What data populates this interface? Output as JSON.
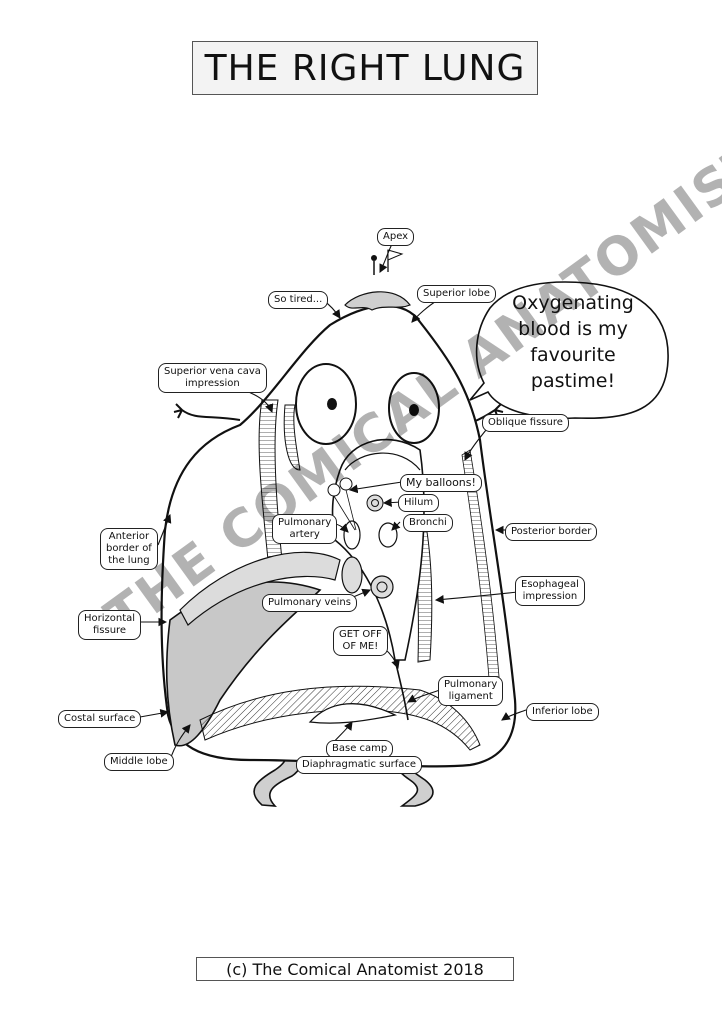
{
  "title": "THE RIGHT LUNG",
  "footer": "(c) The Comical Anatomist 2018",
  "speech_bubble": "Oxygenating\nblood is my\nfavourite\npastime!",
  "watermark": "THE COMICAL ANATOMIST",
  "labels": {
    "apex": "Apex",
    "so_tired": "So tired...",
    "superior_lobe": "Superior lobe",
    "svc_impression": "Superior vena cava\nimpression",
    "oblique_fissure": "Oblique fissure",
    "my_balloons": "My balloons!",
    "hilum": "Hilum",
    "bronchi": "Bronchi",
    "pulmonary_artery": "Pulmonary\nartery",
    "posterior_border": "Posterior border",
    "anterior_border": "Anterior\nborder of\nthe lung",
    "esophageal_impression": "Esophageal\nimpression",
    "horizontal_fissure": "Horizontal\nfissure",
    "pulmonary_veins": "Pulmonary veins",
    "get_off": "GET OFF\nOF ME!",
    "pulmonary_ligament": "Pulmonary\nligament",
    "costal_surface": "Costal surface",
    "inferior_lobe": "Inferior lobe",
    "middle_lobe": "Middle lobe",
    "base_camp": "Base camp",
    "diaphragmatic_surface": "Diaphragmatic surface"
  }
}
